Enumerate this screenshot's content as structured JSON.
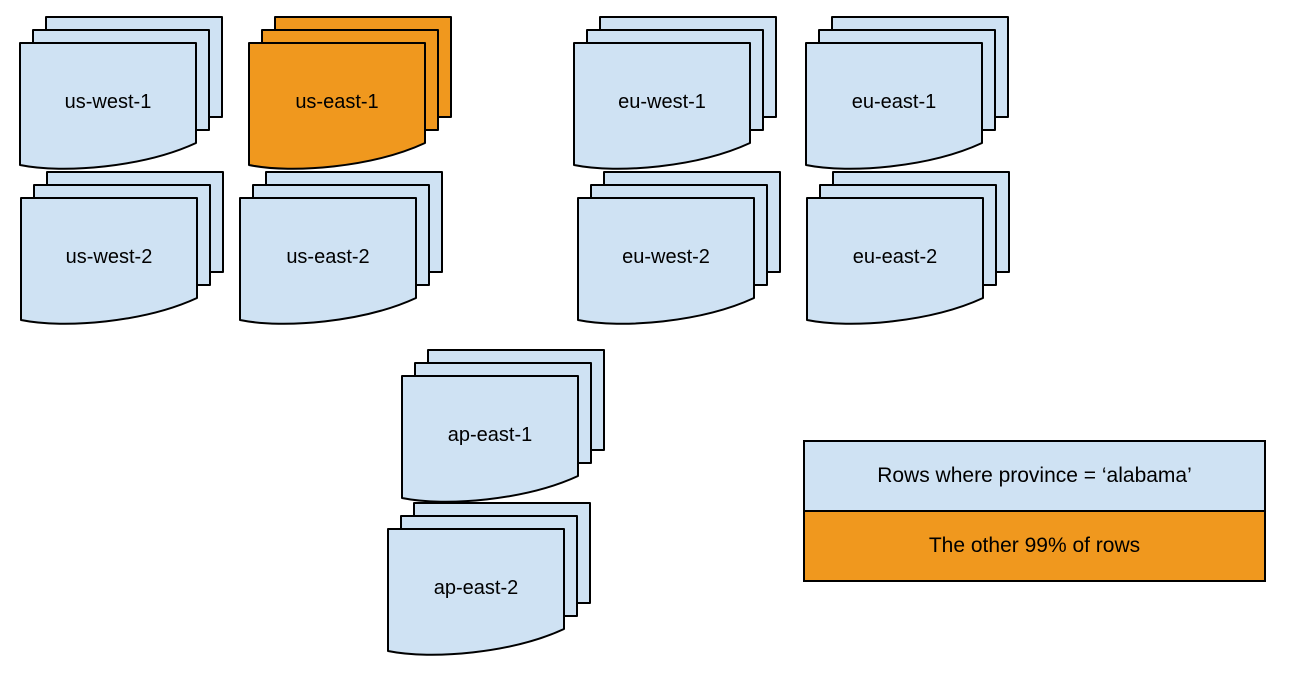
{
  "diagram": {
    "colors": {
      "blue": "#cfe2f3",
      "orange": "#f0981e",
      "stroke": "#000000",
      "background": "#ffffff",
      "text": "#000000"
    },
    "regions": [
      {
        "id": "us-west-1",
        "label": "us-west-1",
        "variant": "blue"
      },
      {
        "id": "us-east-1",
        "label": "us-east-1",
        "variant": "orange"
      },
      {
        "id": "eu-west-1",
        "label": "eu-west-1",
        "variant": "blue"
      },
      {
        "id": "eu-east-1",
        "label": "eu-east-1",
        "variant": "blue"
      },
      {
        "id": "us-west-2",
        "label": "us-west-2",
        "variant": "blue"
      },
      {
        "id": "us-east-2",
        "label": "us-east-2",
        "variant": "blue"
      },
      {
        "id": "eu-west-2",
        "label": "eu-west-2",
        "variant": "blue"
      },
      {
        "id": "eu-east-2",
        "label": "eu-east-2",
        "variant": "blue"
      },
      {
        "id": "ap-east-1",
        "label": "ap-east-1",
        "variant": "blue"
      },
      {
        "id": "ap-east-2",
        "label": "ap-east-2",
        "variant": "blue"
      }
    ],
    "legend": {
      "items": [
        {
          "label": "Rows where province = ‘alabama’",
          "variant": "blue"
        },
        {
          "label": "The other 99% of rows",
          "variant": "orange"
        }
      ]
    }
  }
}
